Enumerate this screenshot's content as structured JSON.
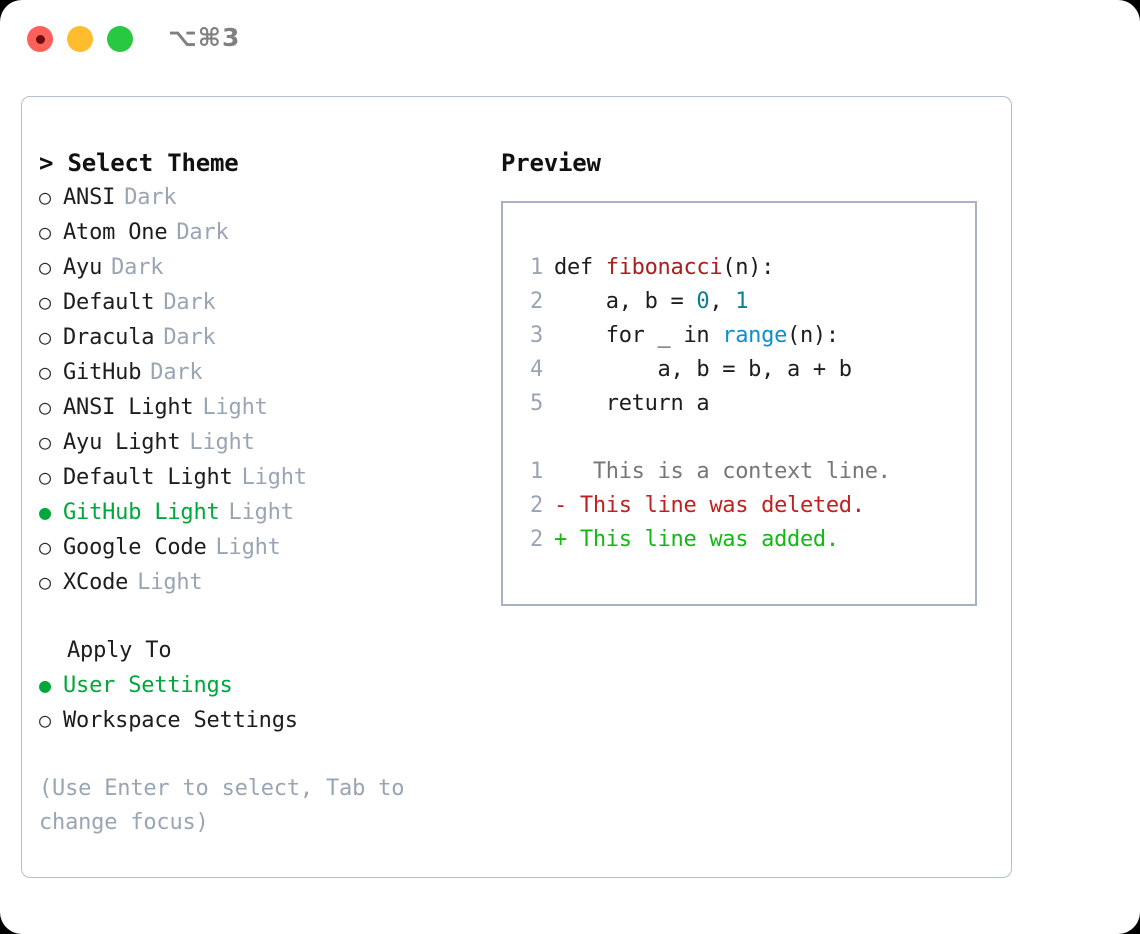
{
  "titlebar": {
    "shortcut": "⌥⌘3",
    "lights": [
      {
        "name": "close",
        "color": "#ff6059"
      },
      {
        "name": "minimize",
        "color": "#ffbd2e"
      },
      {
        "name": "maximize",
        "color": "#28c840"
      }
    ]
  },
  "colors": {
    "accent_green": "#00a83c",
    "muted": "#9aa5b4",
    "border": "#b6bfcc",
    "preview_border": "#a8b2c1",
    "text": "#1d1d1d",
    "keyword_fn": "#a82020",
    "number": "#0a8090",
    "builtin": "#0a8fd0",
    "diff_context": "#777777",
    "diff_deleted": "#c02020",
    "diff_added": "#13b913"
  },
  "theme_picker": {
    "heading": "> Select Theme",
    "options": [
      {
        "bullet": "○",
        "label": "ANSI",
        "tag": "Dark",
        "selected": false
      },
      {
        "bullet": "○",
        "label": "Atom One",
        "tag": "Dark",
        "selected": false
      },
      {
        "bullet": "○",
        "label": "Ayu",
        "tag": "Dark",
        "selected": false
      },
      {
        "bullet": "○",
        "label": "Default",
        "tag": "Dark",
        "selected": false
      },
      {
        "bullet": "○",
        "label": "Dracula",
        "tag": "Dark",
        "selected": false
      },
      {
        "bullet": "○",
        "label": "GitHub",
        "tag": "Dark",
        "selected": false
      },
      {
        "bullet": "○",
        "label": "ANSI Light",
        "tag": "Light",
        "selected": false
      },
      {
        "bullet": "○",
        "label": "Ayu Light",
        "tag": "Light",
        "selected": false
      },
      {
        "bullet": "○",
        "label": "Default Light",
        "tag": "Light",
        "selected": false
      },
      {
        "bullet": "●",
        "label": "GitHub Light",
        "tag": "Light",
        "selected": true
      },
      {
        "bullet": "○",
        "label": "Google Code",
        "tag": "Light",
        "selected": false
      },
      {
        "bullet": "○",
        "label": "XCode",
        "tag": "Light",
        "selected": false
      }
    ]
  },
  "apply_to": {
    "heading": "Apply To",
    "options": [
      {
        "bullet": "●",
        "label": "User Settings",
        "selected": true
      },
      {
        "bullet": "○",
        "label": "Workspace Settings",
        "selected": false
      }
    ]
  },
  "hint": "(Use Enter to select, Tab to change focus)",
  "preview": {
    "heading": "Preview",
    "code_lines": [
      {
        "lineno": "1",
        "tokens": [
          {
            "text": "def ",
            "type": "plain"
          },
          {
            "text": "fibonacci",
            "type": "fn"
          },
          {
            "text": "(n):",
            "type": "plain"
          }
        ]
      },
      {
        "lineno": "2",
        "tokens": [
          {
            "text": "    a, b = ",
            "type": "plain"
          },
          {
            "text": "0",
            "type": "num"
          },
          {
            "text": ", ",
            "type": "plain"
          },
          {
            "text": "1",
            "type": "num"
          }
        ]
      },
      {
        "lineno": "3",
        "tokens": [
          {
            "text": "    for _ in ",
            "type": "plain"
          },
          {
            "text": "range",
            "type": "call"
          },
          {
            "text": "(n):",
            "type": "plain"
          }
        ]
      },
      {
        "lineno": "4",
        "tokens": [
          {
            "text": "        a, b = b, a + b",
            "type": "plain"
          }
        ]
      },
      {
        "lineno": "5",
        "tokens": [
          {
            "text": "    return a",
            "type": "plain"
          }
        ]
      }
    ],
    "diff_lines": [
      {
        "lineno": "1",
        "marker": " ",
        "text": "  This is a context line.",
        "kind": "ctx"
      },
      {
        "lineno": "2",
        "marker": "-",
        "text": " This line was deleted.",
        "kind": "del"
      },
      {
        "lineno": "2",
        "marker": "+",
        "text": " This line was added.",
        "kind": "add"
      }
    ]
  }
}
